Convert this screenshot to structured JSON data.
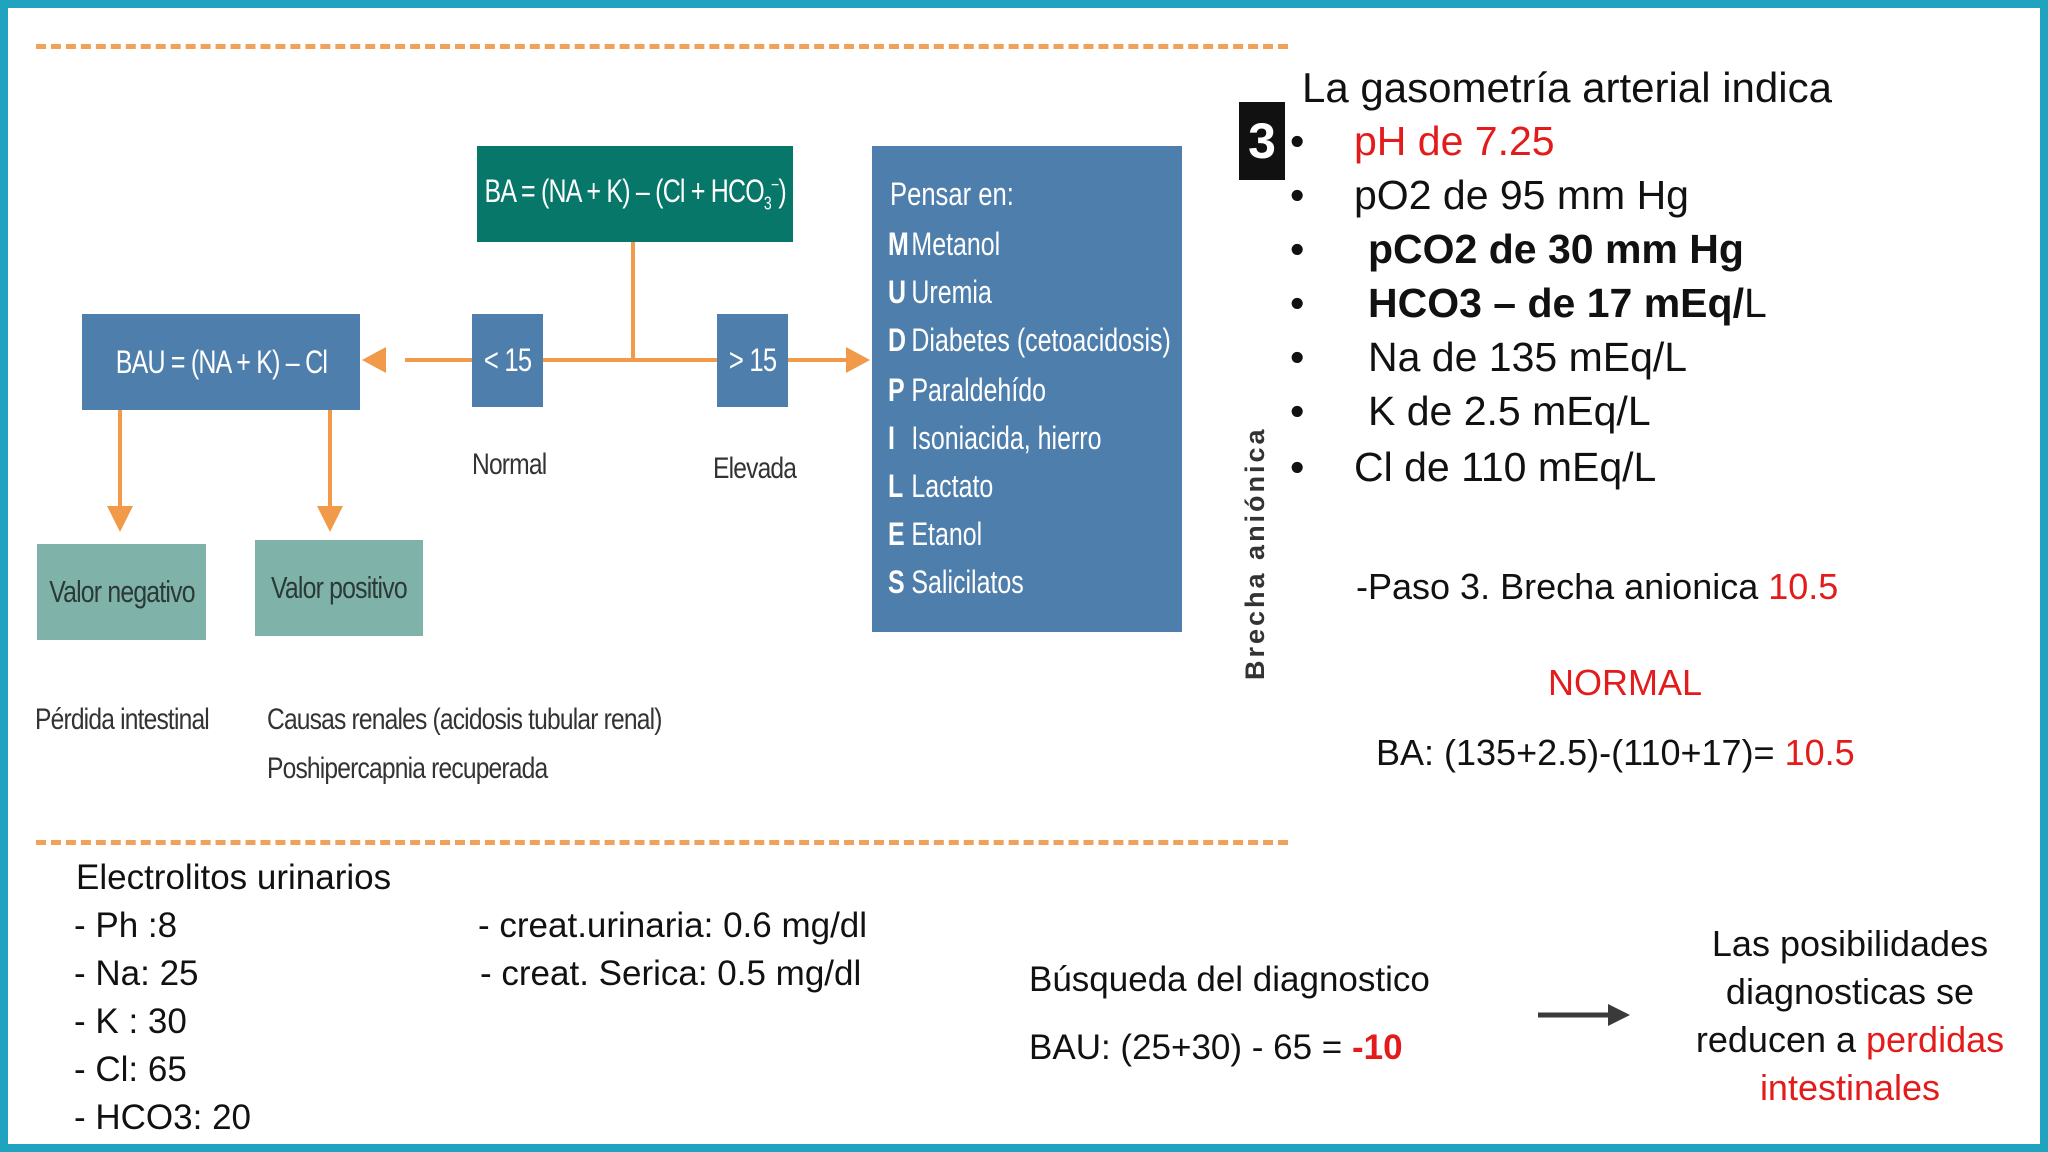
{
  "diagram": {
    "ba_formula": "BA = (NA + K) – (Cl + HCO",
    "ba_sub": "3",
    "ba_sup": "−",
    "bau_formula": "BAU = (NA + K) – Cl",
    "lt15": "< 15",
    "gt15": "> 15",
    "normal": "Normal",
    "elevada": "Elevada",
    "valor_negativo": "Valor negativo",
    "valor_positivo": "Valor positivo",
    "perdida": "Pérdida intestinal",
    "causas1": "Causas renales (acidosis tubular renal)",
    "causas2": "Poshipercapnia recuperada",
    "pensar_title": "Pensar en:",
    "mnemonic": [
      {
        "letter": "M",
        "text": "Metanol"
      },
      {
        "letter": "U",
        "text": "Uremia"
      },
      {
        "letter": "D",
        "text": "Diabetes (cetoacidosis)"
      },
      {
        "letter": "P",
        "text": "Paraldehído"
      },
      {
        "letter": "I",
        "text": "Isoniacida, hierro"
      },
      {
        "letter": "L",
        "text": "Lactato"
      },
      {
        "letter": "E",
        "text": "Etanol"
      },
      {
        "letter": "S",
        "text": "Salicilatos"
      }
    ],
    "step_number": "3",
    "side_label": "Brecha aniónica"
  },
  "gasometria": {
    "title": "La gasometría arterial indica",
    "bullet": "•",
    "items": [
      {
        "text": "pH de 7.25"
      },
      {
        "text": "pO2 de 95 mm Hg"
      },
      {
        "text": "pCO2 de 30 mm Hg"
      },
      {
        "bold": "HCO3 – de 17 mEq/",
        "rest": "L"
      },
      {
        "text": "Na de 135 mEq/L"
      },
      {
        "text": "K de 2.5 mEq/L"
      },
      {
        "text": "Cl de 110 mEq/L"
      }
    ]
  },
  "paso3": {
    "label": "-Paso 3. Brecha anionica ",
    "value": "10.5",
    "status": "NORMAL",
    "calc_label": "BA: (135+2.5)-(110+17)= ",
    "calc_value": "10.5"
  },
  "electrolitos": {
    "title": "Electrolitos urinarios",
    "left": [
      "- Ph :8",
      "- Na: 25",
      "- K : 30",
      "- Cl: 65",
      "- HCO3: 20"
    ],
    "right": [
      "- creat.urinaria: 0.6 mg/dl",
      "- creat. Serica:  0.5 mg/dl"
    ]
  },
  "diagnostico": {
    "title": "Búsqueda del diagnostico",
    "calc_label": "BAU: (25+30) - 65 = ",
    "calc_value": "-10",
    "result_line1": "Las posibilidades",
    "result_line2": "diagnosticas se",
    "result_line3_prefix": "reducen a ",
    "result_line3_red": "perdidas",
    "result_line4_red": "intestinales"
  },
  "colors": {
    "frame": "#1fa3bf",
    "box_blue": "#4e7eab",
    "box_green": "#07776a",
    "box_teal": "#7fb3aa",
    "arrow_orange": "#f09a4a",
    "highlight_red": "#e31b1b"
  }
}
